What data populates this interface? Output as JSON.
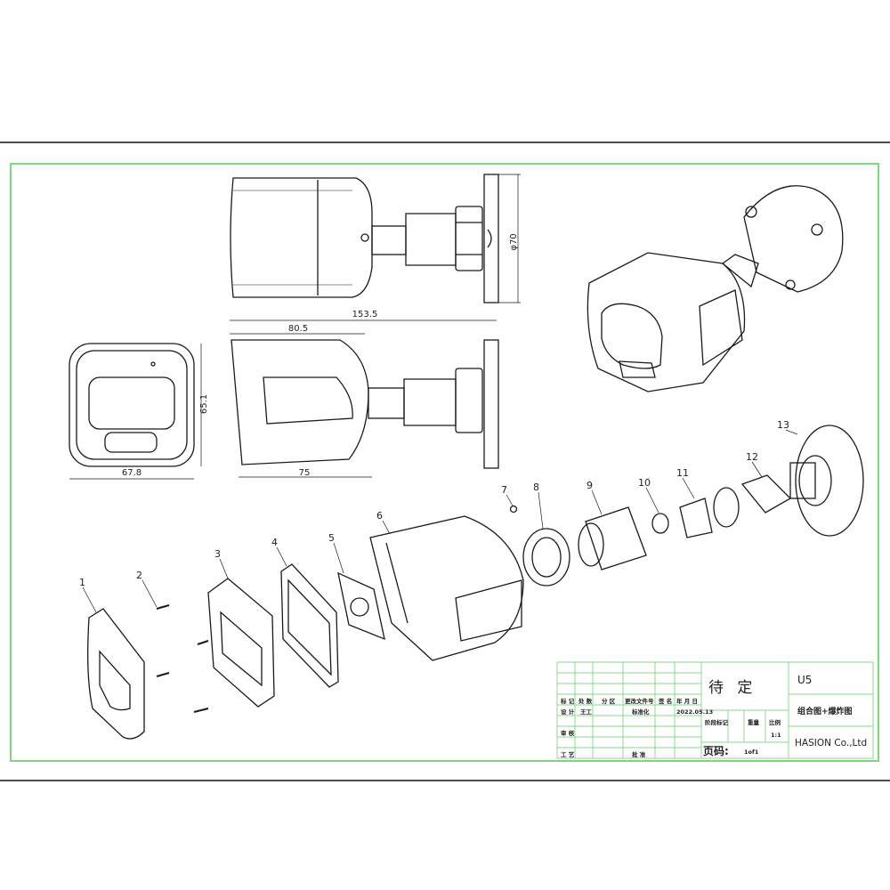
{
  "dimensions": {
    "overall_length": "153.5",
    "front_length": "80.5",
    "height": "65.1",
    "width": "67.8",
    "body_length": "75",
    "mount_diameter": "φ70"
  },
  "callouts": [
    "1",
    "2",
    "3",
    "4",
    "5",
    "6",
    "7",
    "8",
    "9",
    "10",
    "11",
    "12",
    "13"
  ],
  "title_block": {
    "status": "待 定",
    "model": "U5",
    "drawing_name": "组合图+爆炸图",
    "company": "HASION Co.,Ltd",
    "scale": "1:1",
    "page_label": "页码:",
    "page_value": "1of1",
    "date": "2022.05.13",
    "designer": "王工",
    "standardizer": "标准化",
    "headers": {
      "mark": "标 记",
      "count": "处 数",
      "zone": "分 区",
      "change_doc": "更改文件号",
      "sign": "签 名",
      "ymd": "年 月 日",
      "design": "设 计",
      "review": "审 核",
      "process": "工 艺",
      "approve": "批 准",
      "stage_mark": "阶段标记",
      "weight": "重量",
      "scale": "比例"
    }
  },
  "colors": {
    "frame_green": "#7fd67f",
    "line": "#1a1a1a",
    "titleblock_green": "#8ed98e"
  }
}
